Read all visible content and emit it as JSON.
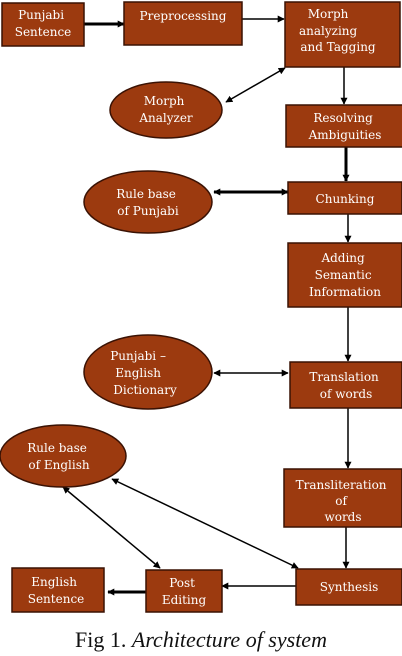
{
  "colors": {
    "node_fill": "#9c3a0f",
    "node_stroke": "#3a1204",
    "arrow": "#000000",
    "text": "#ffffff"
  },
  "nodes": {
    "punjabi_sentence": [
      "Punjabi",
      "Sentence"
    ],
    "preprocessing": [
      "Preprocessing"
    ],
    "morph_tagging": [
      "Morph",
      "analyzing",
      "and Tagging"
    ],
    "morph_analyzer": [
      "Morph",
      "Analyzer"
    ],
    "resolving_ambiguities": [
      "Resolving",
      "Ambiguities"
    ],
    "rule_base_punjabi": [
      "Rule base",
      "of Punjabi"
    ],
    "chunking": [
      "Chunking"
    ],
    "adding_semantic": [
      "Adding",
      "Semantic",
      "Information"
    ],
    "dictionary": [
      "Punjabi –",
      "English",
      "Dictionary"
    ],
    "translation": [
      "Translation",
      "of words"
    ],
    "rule_base_english": [
      "Rule base",
      "of English"
    ],
    "transliteration": [
      "Transliteration",
      "of",
      "words"
    ],
    "english_sentence": [
      "English",
      "Sentence"
    ],
    "post_editing": [
      "Post",
      "Editing"
    ],
    "synthesis": [
      "Synthesis"
    ]
  },
  "caption": {
    "prefix": "Fig 1. ",
    "title": "Architecture of system"
  }
}
